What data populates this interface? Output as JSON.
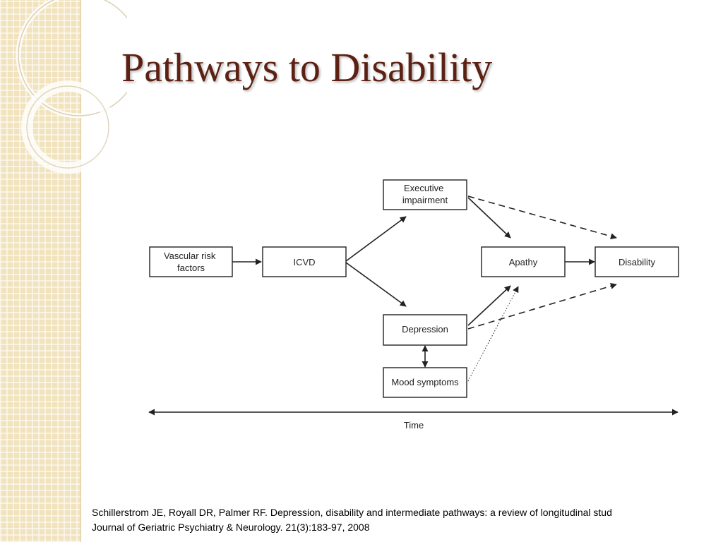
{
  "slide": {
    "title": "Pathways to Disability",
    "accent_color": "#5c2113"
  },
  "diagram": {
    "nodes": {
      "vascular_risk": {
        "lines": [
          "Vascular risk",
          "factors"
        ]
      },
      "icvd": {
        "lines": [
          "ICVD"
        ]
      },
      "executive": {
        "lines": [
          "Executive",
          "impairment"
        ]
      },
      "apathy": {
        "lines": [
          "Apathy"
        ]
      },
      "disability": {
        "lines": [
          "Disability"
        ]
      },
      "depression": {
        "lines": [
          "Depression"
        ]
      },
      "mood": {
        "lines": [
          "Mood symptoms"
        ]
      }
    },
    "edges": [
      {
        "from": "Vascular risk factors",
        "to": "ICVD",
        "style": "solid"
      },
      {
        "from": "ICVD",
        "to": "Executive impairment",
        "style": "solid"
      },
      {
        "from": "ICVD",
        "to": "Depression",
        "style": "solid"
      },
      {
        "from": "Executive impairment",
        "to": "Apathy",
        "style": "solid"
      },
      {
        "from": "Executive impairment",
        "to": "Disability",
        "style": "dashed"
      },
      {
        "from": "Apathy",
        "to": "Disability",
        "style": "solid"
      },
      {
        "from": "Depression",
        "to": "Apathy",
        "style": "solid"
      },
      {
        "from": "Depression",
        "to": "Disability",
        "style": "dashed"
      },
      {
        "from": "Depression",
        "to": "Mood symptoms",
        "style": "solid",
        "bidirectional": true
      },
      {
        "from": "Mood symptoms",
        "to": "Apathy",
        "style": "dotted"
      }
    ],
    "time_axis": {
      "label": "Time",
      "bidirectional": true
    }
  },
  "citation": {
    "line1": "Schillerstrom JE, Royall DR, Palmer RF. Depression, disability and intermediate pathways: a review of longitudinal stud",
    "line2": "Journal of Geriatric Psychiatry & Neurology. 21(3):183-97, 2008"
  }
}
